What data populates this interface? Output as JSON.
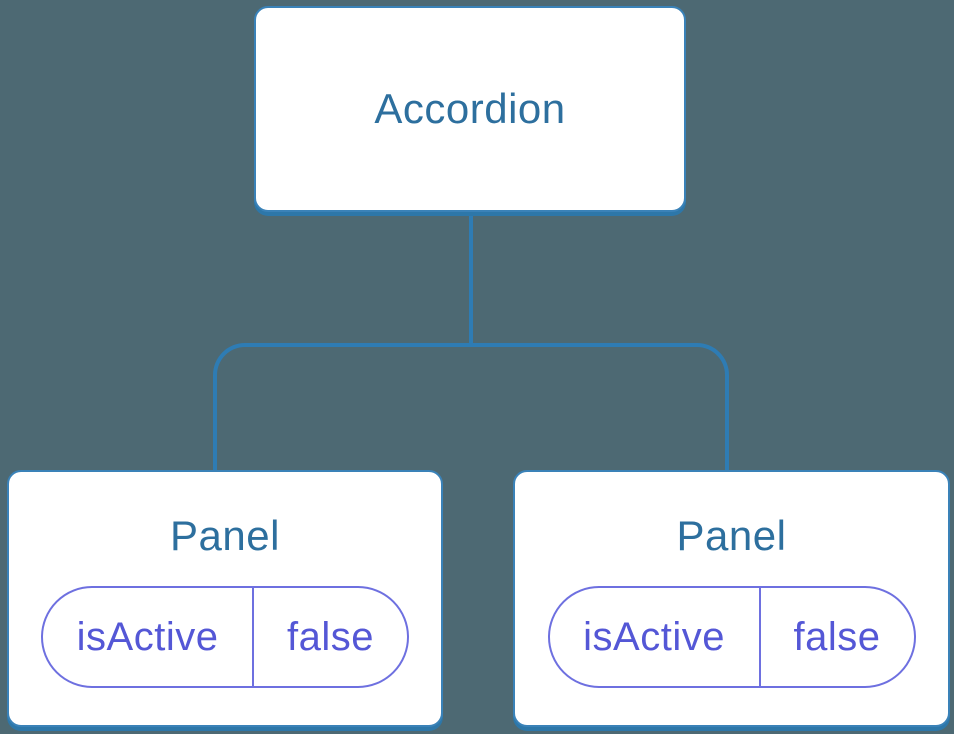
{
  "diagram": {
    "type": "component-tree",
    "root": {
      "label": "Accordion"
    },
    "children": [
      {
        "label": "Panel",
        "state_key": "isActive",
        "state_value": "false"
      },
      {
        "label": "Panel",
        "state_key": "isActive",
        "state_value": "false"
      }
    ]
  },
  "colors": {
    "background": "#4d6973",
    "line": "#2e7cb4",
    "node_bg": "#ffffff",
    "node_border": "#3a82b8",
    "node_shadow": "#2d77a9",
    "node_text": "#2d6f9e",
    "state_border": "#6e70e0",
    "state_text": "#5457d6"
  }
}
